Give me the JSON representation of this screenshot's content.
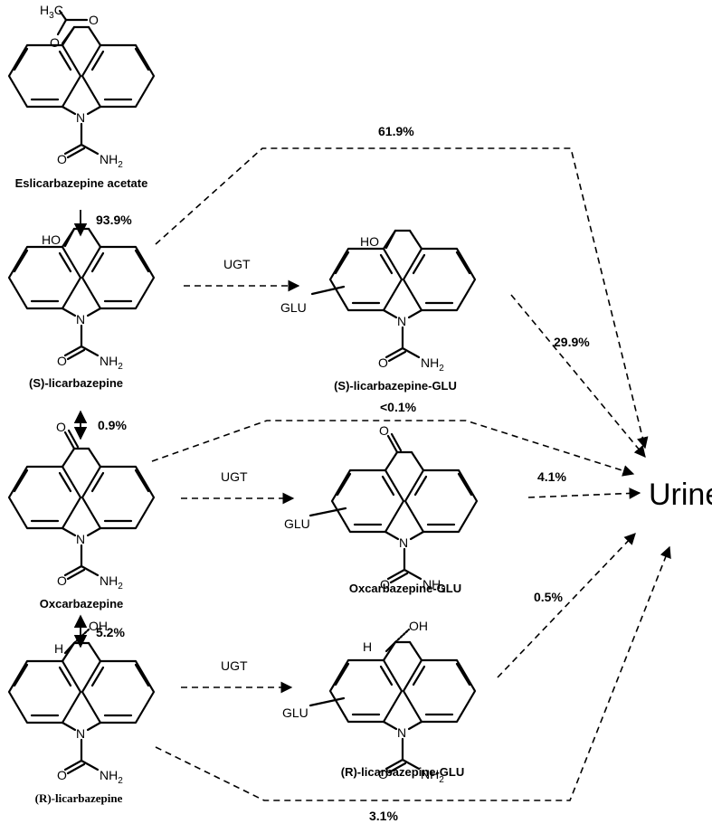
{
  "compounds": {
    "eslicarbazepine_acetate": "Eslicarbazepine acetate",
    "s_licarbazepine": "(S)-licarbazepine",
    "oxcarbazepine": "Oxcarbazepine",
    "r_licarbazepine": "(R)-licarbazepine",
    "s_licarbazepine_glu": "(S)-licarbazepine-GLU",
    "oxcarbazepine_glu": "Oxcarbazepine-GLU",
    "r_licarbazepine_glu": "(R)-licarbazepine-GLU"
  },
  "percentages": {
    "eslicarbazepine_to_s": "93.9%",
    "eslicarbazepine_to_urine": "61.9%",
    "s_to_oxcarbazepine": "0.9%",
    "oxcarbazepine_to_r": "5.2%",
    "s_glu_to_urine": "29.9%",
    "s_to_urine": "<0.1%",
    "ox_glu_to_urine": "4.1%",
    "r_glu_to_urine": "0.5%",
    "r_to_urine": "3.1%"
  },
  "enzyme": "UGT",
  "urine": "Urine",
  "atoms": {
    "ch3_main": "H",
    "ch3_sub": "3",
    "ch3_c": "C",
    "o": "O",
    "n": "N",
    "nh": "NH",
    "two": "2",
    "ho": "HO",
    "oh": "OH",
    "h": "H",
    "glu": "GLU"
  }
}
